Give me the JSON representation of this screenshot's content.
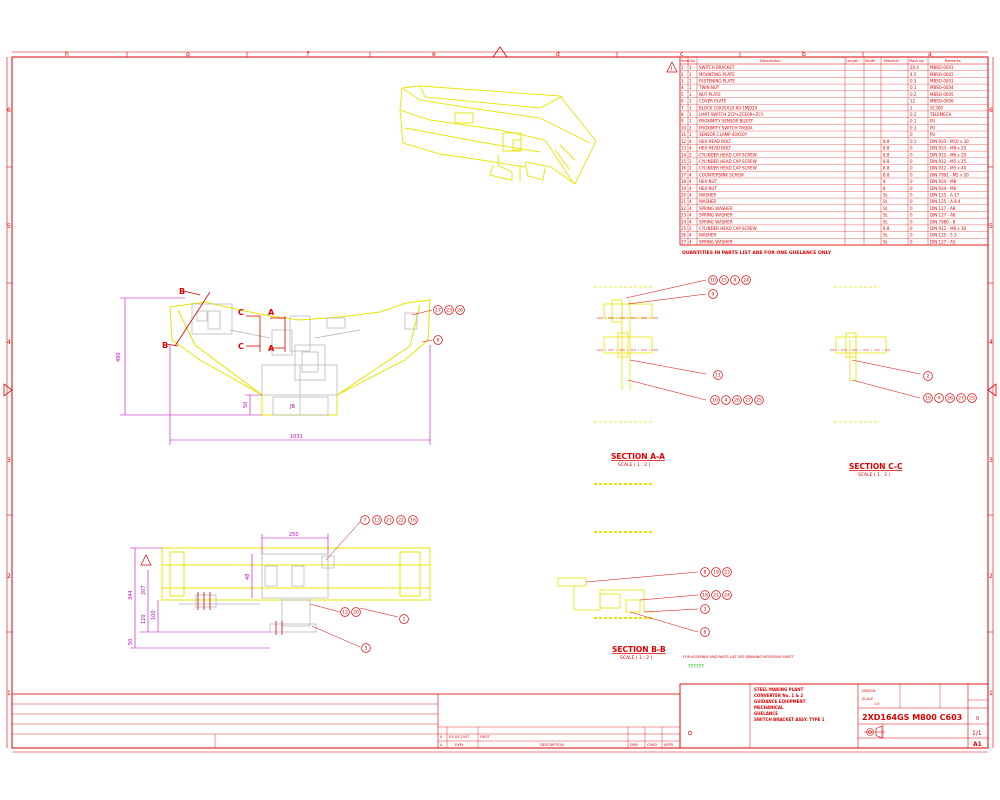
{
  "border": {
    "zones_top": [
      "h",
      "g",
      "f",
      "e",
      "d",
      "c",
      "b",
      "a"
    ],
    "zones_left": [
      "6",
      "5",
      "4",
      "3",
      "2",
      "1"
    ],
    "zones_right": [
      "6",
      "5",
      "4",
      "3",
      "2",
      "1"
    ]
  },
  "parts_list": {
    "headers": [
      "Item",
      "Qty",
      "Description",
      "Length",
      "Width",
      "Material",
      "Mass kg",
      "Remarks"
    ],
    "rows": [
      [
        "1",
        "1",
        "SWITCH BRACKET",
        "",
        "",
        "",
        "20.4",
        "MBSO-0001"
      ],
      [
        "2",
        "1",
        "MOUNTING PLATE",
        "",
        "",
        "",
        "4.5",
        "MBSO-0002"
      ],
      [
        "3",
        "1",
        "FASTENING PLATE",
        "",
        "",
        "",
        "0.5",
        "MBSO-0003"
      ],
      [
        "4",
        "1",
        "TWIN NUT",
        "",
        "",
        "",
        "0.1",
        "MBSO-0004"
      ],
      [
        "5",
        "1",
        "NUT PLATE",
        "",
        "",
        "",
        "0.2",
        "MBSO-0005"
      ],
      [
        "6",
        "1",
        "COVER PLATE",
        "",
        "",
        "",
        "12",
        "MBSO-0006"
      ],
      [
        "7",
        "1",
        "BLOCK 10X20X20 60-1MJ029",
        "",
        "",
        "",
        "1",
        "SC300"
      ],
      [
        "8",
        "1",
        "LIMIT SWITCH ZCP+ZCE09+ZCY",
        "",
        "",
        "",
        "0.2",
        "TELEMECH"
      ],
      [
        "9",
        "1",
        "PROXIMITY SENSOR BI20TF",
        "",
        "",
        "",
        "0.1",
        "PU"
      ],
      [
        "10",
        "2",
        "PROXIMITY SWITCH TM30A",
        "",
        "",
        "",
        "0.1",
        "PU"
      ],
      [
        "11",
        "1",
        "SENSOR CLAMP 40X10Y",
        "",
        "",
        "",
        "0",
        "PU"
      ],
      [
        "12",
        "4",
        "HEX HEAD BOLT",
        "",
        "",
        "8.8",
        "0.1",
        "DIN 933 - M10 x 30"
      ],
      [
        "13",
        "4",
        "HEX HEAD BOLT",
        "",
        "",
        "8.8",
        "0",
        "DIN 933 - M8 x 25"
      ],
      [
        "14",
        "2",
        "CYLINDER HEAD CAP SCREW",
        "",
        "",
        "8.8",
        "0",
        "DIN 912 - M6 x 20"
      ],
      [
        "15",
        "2",
        "CYLINDER HEAD CAP SCREW",
        "",
        "",
        "8.8",
        "0",
        "DIN 912 - M5 x 25"
      ],
      [
        "16",
        "2",
        "CYLINDER HEAD CAP SCREW",
        "",
        "",
        "8.8",
        "0",
        "DIN 912 - M5 x 40"
      ],
      [
        "17",
        "4",
        "COUNTERSINK SCREW",
        "",
        "",
        "8.8",
        "0",
        "DIN 7991 - M5 x 20"
      ],
      [
        "18",
        "4",
        "HEX NUT",
        "",
        "",
        "8",
        "0",
        "DIN 934 - M8"
      ],
      [
        "19",
        "4",
        "HEX NUT",
        "",
        "",
        "8",
        "0",
        "DIN 934 - M6"
      ],
      [
        "20",
        "4",
        "WASHER",
        "",
        "",
        "St.",
        "0",
        "DIN 125 - A 17"
      ],
      [
        "21",
        "4",
        "WASHER",
        "",
        "",
        "St.",
        "0",
        "DIN 125 - A 8.4"
      ],
      [
        "22",
        "4",
        "SPRING WASHER",
        "",
        "",
        "St.",
        "0",
        "DIN 127 - A8"
      ],
      [
        "23",
        "4",
        "SPRING WASHER",
        "",
        "",
        "St.",
        "0",
        "DIN 127 - A6"
      ],
      [
        "24",
        "4",
        "SPRING WASHER",
        "",
        "",
        "St.",
        "0",
        "DIN 7980 - 8"
      ],
      [
        "25",
        "2",
        "CYLINDER HEAD CAP SCREW",
        "",
        "",
        "8.8",
        "0",
        "DIN 912 - M6 x 30"
      ],
      [
        "26",
        "4",
        "WASHER",
        "",
        "",
        "St.",
        "0",
        "DIN 125 - 5.3"
      ],
      [
        "27",
        "4",
        "SPRING WASHER",
        "",
        "",
        "St.",
        "0",
        "DIN 127 - A5"
      ]
    ],
    "note": "QUANTITIES IN PARTS LIST ARE FOR ONE GUELANCE ONLY"
  },
  "views": {
    "main": {
      "section_markers": [
        "B",
        "B",
        "C",
        "C",
        "A",
        "A"
      ],
      "dims": [
        "490",
        "1031",
        "50",
        "JB"
      ],
      "balloons": [
        [
          "17",
          "23",
          "26"
        ],
        [
          "6"
        ]
      ]
    },
    "plan": {
      "dims": [
        "250",
        "48",
        "344",
        "207",
        "120",
        "100",
        "50"
      ],
      "balloons": [
        [
          "7",
          "13",
          "21",
          "22",
          "16"
        ],
        [
          "12",
          "20"
        ],
        [
          "1"
        ],
        [
          "5"
        ]
      ]
    },
    "section_aa": {
      "title": "SECTION A-A",
      "scale": "SCALE ( 1 : 2 )",
      "balloons": [
        [
          "10",
          "15",
          "4",
          "24"
        ],
        [
          "9"
        ],
        [
          "11"
        ],
        [
          "10",
          "4",
          "26",
          "27",
          "25"
        ]
      ]
    },
    "section_cc": {
      "title": "SECTION C-C",
      "scale": "SCALE ( 1 : 2 )",
      "balloons": [
        [
          "2"
        ],
        [
          "10",
          "4",
          "26",
          "27",
          "25"
        ]
      ]
    },
    "section_bb": {
      "title": "SECTION B-B",
      "scale": "SCALE ( 1 : 2 )",
      "balloons": [
        [
          "8",
          "19",
          "23"
        ],
        [
          "18",
          "21",
          "24"
        ],
        [
          "3"
        ],
        [
          "6"
        ]
      ]
    }
  },
  "notes": {
    "ref": "FOR ASSEMBLY AND PARTS LIST SEE DRAWING MGF00000 SHEET",
    "question_mark": "??????"
  },
  "revisions": {
    "headers": [
      "A",
      "EXPL",
      "DESCRIPTION",
      "DRN",
      "CHKD",
      "APPD"
    ],
    "row": [
      "0",
      "03-03-2007",
      "FIRST",
      "",
      "",
      ""
    ]
  },
  "title_block": {
    "lines": [
      "STEEL MAKING PLANT",
      "CONVERTER No. 1 & 2",
      "GUIDANCE EQUIPMENT",
      "MECHANICAL",
      "GUELANCE",
      "SWITCH BRACKET ASSY. TYPE 1"
    ],
    "project": "DESIGN",
    "scale_label": "SCALE",
    "scale": "1:5",
    "drawing_no": "2XD164GS M800 C603",
    "sheet": "1/1",
    "size": "A1",
    "rev": "0"
  }
}
